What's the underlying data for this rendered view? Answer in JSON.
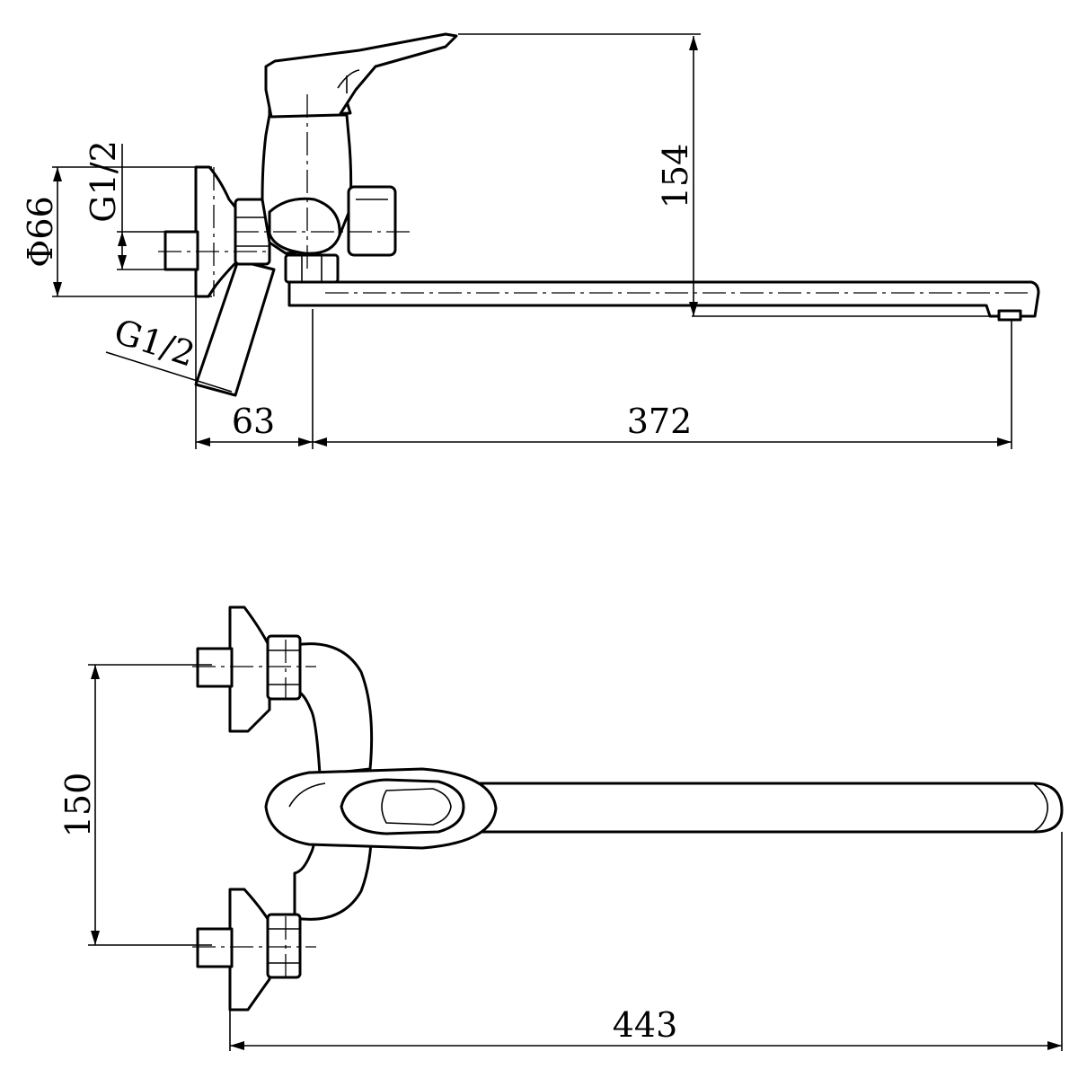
{
  "side_view": {
    "height_dim": "154",
    "flange_diameter_dim": "Φ66",
    "thread_upper": "G1/2",
    "thread_lower": "G1/2",
    "offset_dim": "63",
    "spout_length_dim": "372"
  },
  "top_view": {
    "inlet_spacing_dim": "150",
    "overall_length_dim": "443"
  }
}
